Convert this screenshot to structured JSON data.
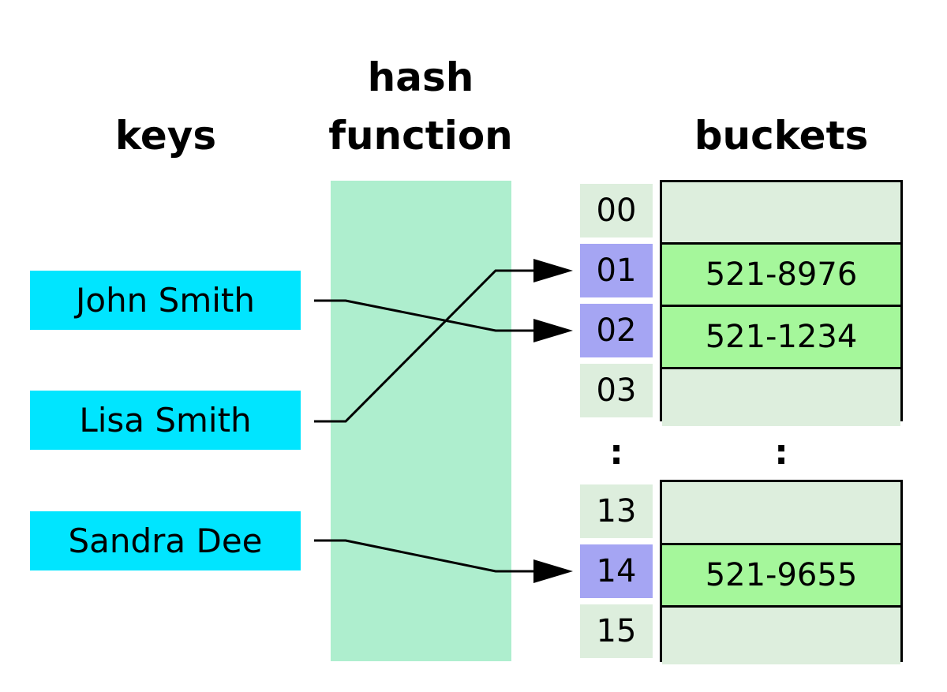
{
  "headings": {
    "keys": "keys",
    "hash_line1": "hash",
    "hash_line2": "function",
    "buckets": "buckets"
  },
  "keys": [
    "John Smith",
    "Lisa Smith",
    "Sandra Dee"
  ],
  "indices_top": [
    "00",
    "01",
    "02",
    "03"
  ],
  "indices_bottom": [
    "13",
    "14",
    "15"
  ],
  "buckets_top": [
    "",
    "521-8976",
    "521-1234",
    ""
  ],
  "buckets_bottom": [
    "",
    "521-9655",
    ""
  ],
  "ellipsis": ":",
  "mapping": [
    {
      "key": "John Smith",
      "index": "02"
    },
    {
      "key": "Lisa Smith",
      "index": "01"
    },
    {
      "key": "Sandra Dee",
      "index": "14"
    }
  ],
  "colors": {
    "key_fill": "#00e5ff",
    "hash_fill": "#aeeece",
    "index_filled": "#a5a5f3",
    "index_empty": "#ddeedd",
    "bucket_filled": "#a5f79b",
    "bucket_empty": "#ddeedd"
  }
}
